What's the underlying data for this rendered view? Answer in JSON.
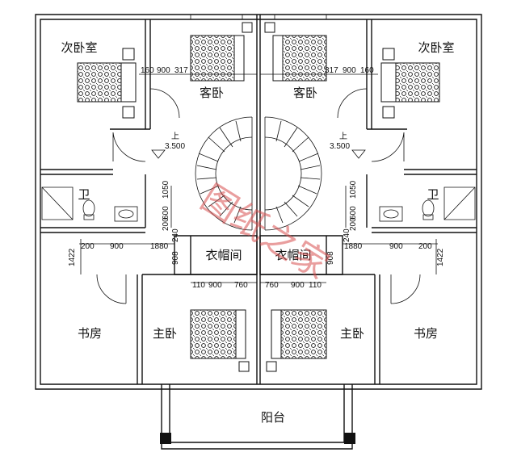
{
  "rooms": {
    "secondary_bedroom": "次卧室",
    "guest_bedroom": "客卧",
    "bathroom": "卫",
    "walk_in_closet": "衣帽间",
    "study": "书房",
    "master_bedroom": "主卧",
    "balcony": "阳台"
  },
  "stairs": {
    "direction": "上",
    "height": "3.500"
  },
  "dimensions": {
    "d160": "160",
    "d900": "900",
    "d317": "317",
    "d1050": "1050",
    "d600": "600",
    "d200": "200",
    "d240": "240",
    "d1880": "1880",
    "d908": "908",
    "d1422": "1422",
    "d110": "110",
    "d760": "760"
  },
  "watermark": "图纸之家",
  "colors": {
    "walls": "#111111",
    "watermark": "#d85050"
  }
}
